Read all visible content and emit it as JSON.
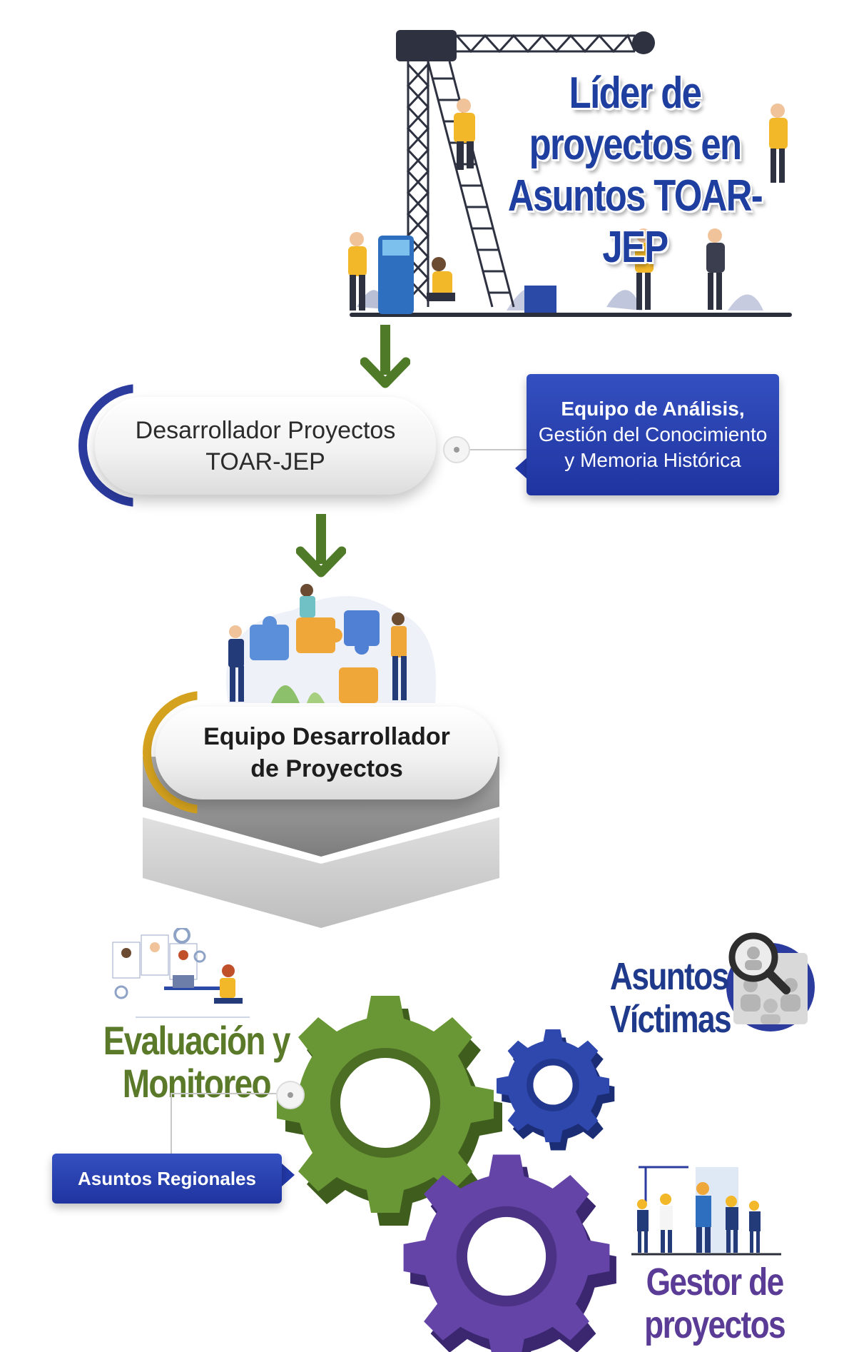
{
  "header": {
    "title_lines": [
      "Líder  de",
      "proyectos en",
      "Asuntos TOAR-JEP"
    ]
  },
  "nodes": {
    "developer": {
      "lines": [
        "Desarrollador Proyectos",
        "TOAR-JEP"
      ]
    },
    "analysis_team": {
      "line1": "Equipo de Análisis,",
      "line2": "Gestión del Conocimiento",
      "line3": "y Memoria Histórica"
    },
    "dev_team": {
      "lines": [
        "Equipo Desarrollador",
        "de Proyectos"
      ]
    },
    "regional": {
      "label": "Asuntos Regionales"
    },
    "evaluation": {
      "lines": [
        "Evaluación y",
        "Monitoreo"
      ]
    },
    "victims": {
      "lines": [
        "Asuntos",
        "Víctimas"
      ]
    },
    "manager": {
      "lines": [
        "Gestor de",
        "proyectos"
      ]
    }
  },
  "colors": {
    "title_blue": "#1f3fa0",
    "card_blue": "#2339a8",
    "arrow_green": "#4f7a28",
    "gear_green": "#5f8a30",
    "gear_blue": "#2a3f9e",
    "gear_purple": "#5a3d9a",
    "accent_gold": "#d4a21f",
    "accent_navy": "#2b3b9e"
  },
  "icons": [
    "construction-crane-icon",
    "puzzle-team-icon",
    "people-search-icon",
    "workers-group-icon",
    "evaluation-desk-icon",
    "gears-icon",
    "arrow-down-icon"
  ]
}
